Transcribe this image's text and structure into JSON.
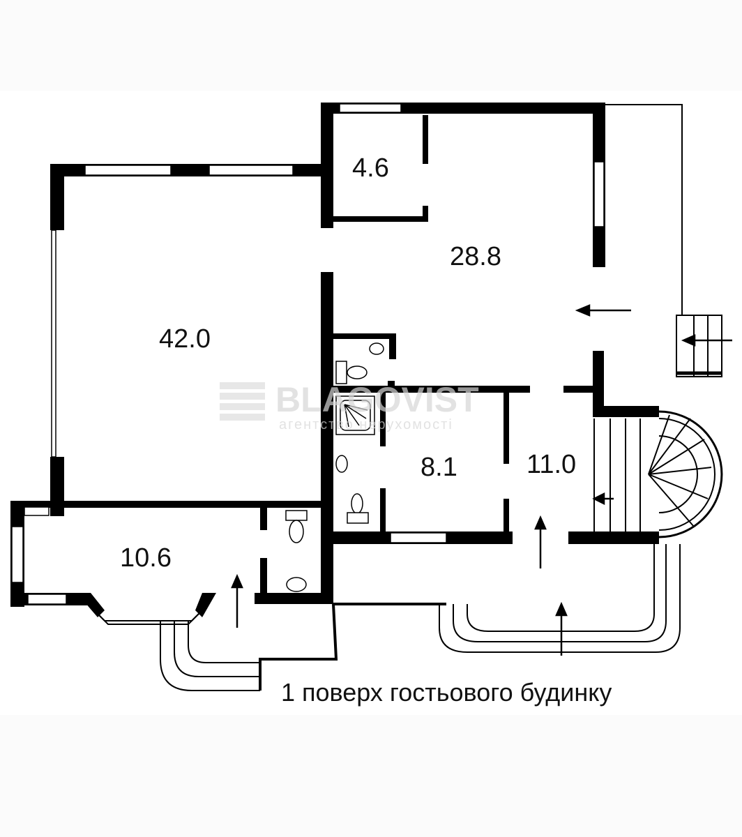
{
  "plan": {
    "caption": "1 поверх гостьового будинку",
    "rooms": [
      {
        "id": "room-4-6",
        "area": "4.6"
      },
      {
        "id": "room-28-8",
        "area": "28.8"
      },
      {
        "id": "room-42-0",
        "area": "42.0"
      },
      {
        "id": "room-8-1",
        "area": "8.1"
      },
      {
        "id": "room-11-0",
        "area": "11.0"
      },
      {
        "id": "room-10-6",
        "area": "10.6"
      }
    ]
  },
  "watermark": {
    "brand": "BLAGOVIST",
    "tagline": "агентство нерухомості"
  },
  "colors": {
    "wall": "#000000",
    "background": "#ffffff",
    "watermark": "#d6d6d6"
  }
}
